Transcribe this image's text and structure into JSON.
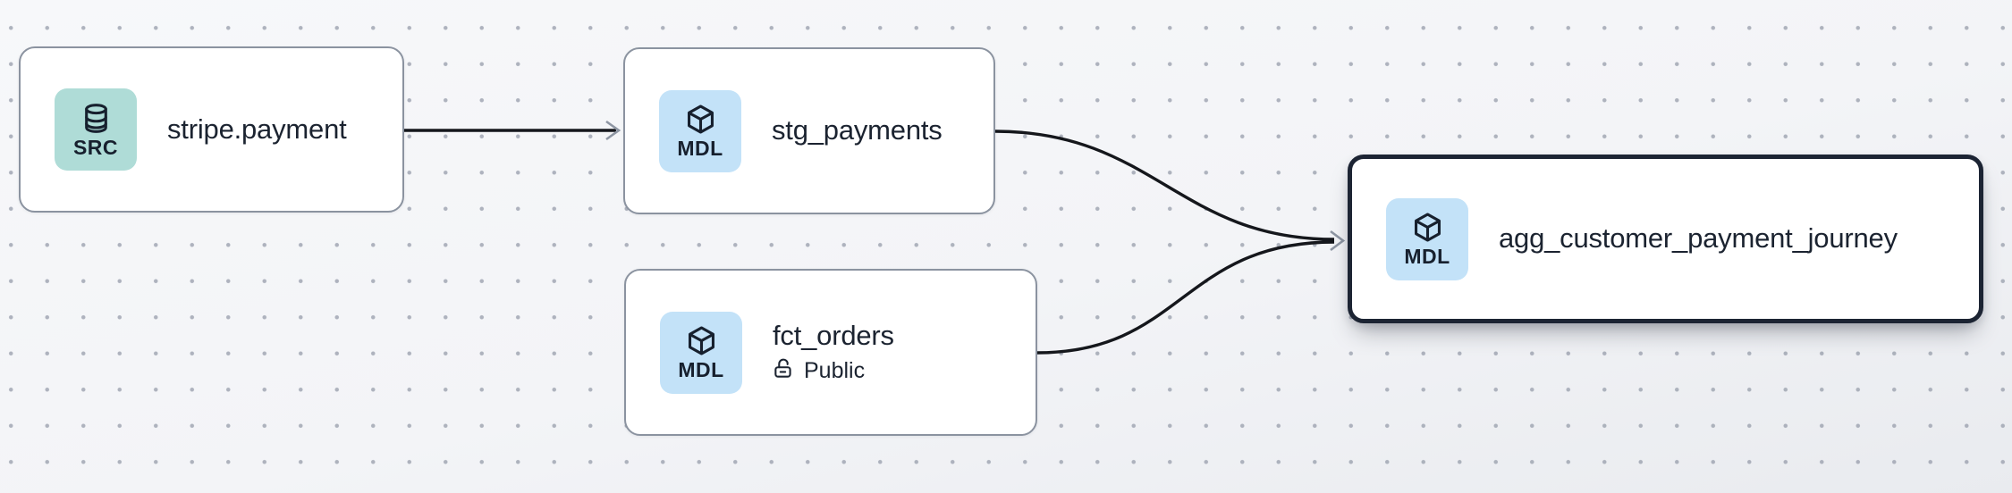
{
  "canvas": {
    "background_color": "#f4f5f8",
    "dot_grid_color": "#9ca2af",
    "edge_color": "#15171c",
    "arrowhead_color": "#8e96a3",
    "node_border_color": "#8b93a0",
    "selected_node_border_color": "#1c2433",
    "node_text_color": "#1b2330",
    "source_badge_bg": "#afdcd7",
    "model_badge_bg": "#c3e2f8"
  },
  "nodes": [
    {
      "id": "stripe-payment",
      "label": "stripe.payment",
      "badge": "SRC",
      "type": "source",
      "icon": "database-icon",
      "selected": false
    },
    {
      "id": "stg-payments",
      "label": "stg_payments",
      "badge": "MDL",
      "type": "model",
      "icon": "cube-icon",
      "selected": false
    },
    {
      "id": "fct-orders",
      "label": "fct_orders",
      "badge": "MDL",
      "type": "model",
      "icon": "cube-icon",
      "access": "Public",
      "selected": false
    },
    {
      "id": "agg-customer-payment-journey",
      "label": "agg_customer_payment_journey",
      "badge": "MDL",
      "type": "model",
      "icon": "cube-icon",
      "selected": true
    }
  ],
  "edges": [
    {
      "from": "stripe-payment",
      "to": "stg-payments"
    },
    {
      "from": "stg-payments",
      "to": "agg-customer-payment-journey"
    },
    {
      "from": "fct-orders",
      "to": "agg-customer-payment-journey"
    }
  ]
}
